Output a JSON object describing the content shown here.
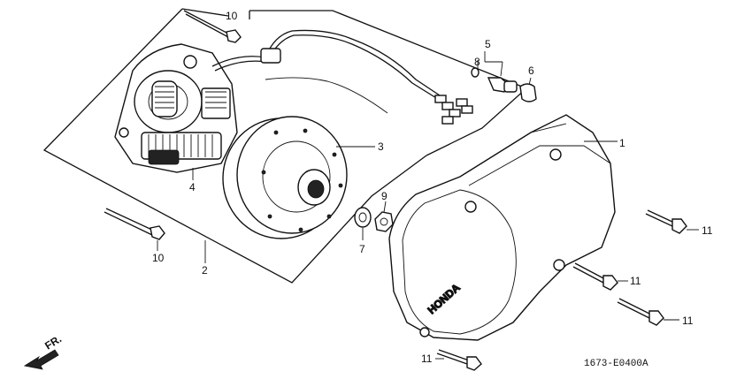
{
  "callouts": {
    "p1": "1",
    "p2": "2",
    "p3": "3",
    "p4": "4",
    "p5": "5",
    "p6": "6",
    "p7": "7",
    "p8": "8",
    "p9": "9",
    "p10_top": "10",
    "p10_bottom": "10",
    "p11_a": "11",
    "p11_b": "11",
    "p11_c": "11",
    "p11_d": "11"
  },
  "brand_text": "HONDA",
  "front_label": "FR.",
  "diagram_code": "1673-E0400A",
  "icons": [
    "front-direction-arrow-icon"
  ]
}
